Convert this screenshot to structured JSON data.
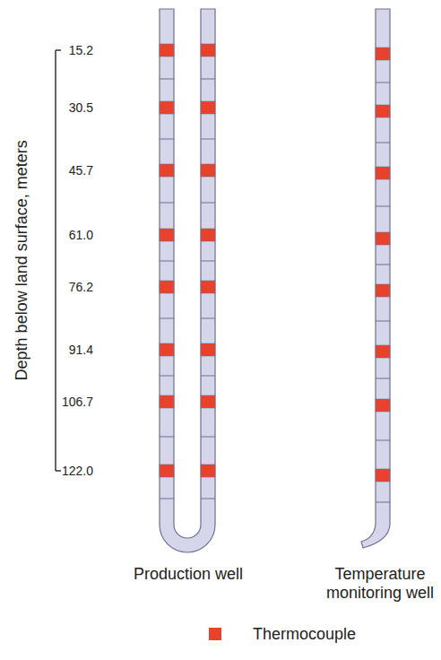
{
  "diagram": {
    "labels": [
      "Depth below land surface, meters",
      "15.2",
      "30.5",
      "45.7",
      "61.0",
      "76.2",
      "91.4",
      "106.7",
      "122.0",
      "Production well",
      "Temperature monitoring well"
    ],
    "legend": [
      {
        "text": "Thermocouple",
        "color": "#e8412c"
      }
    ]
  }
}
